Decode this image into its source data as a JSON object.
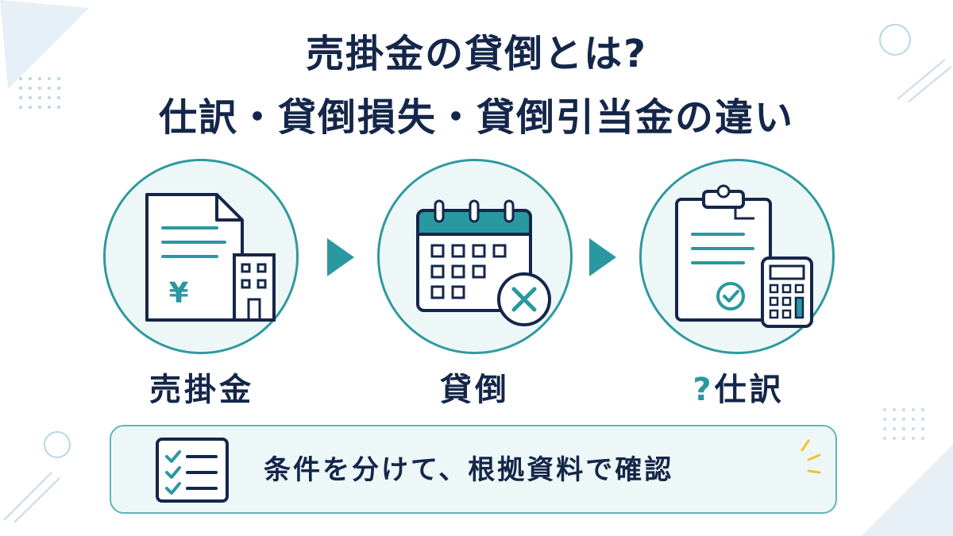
{
  "title": {
    "line1": "売掛金の貸倒とは?",
    "line2": "仕訳・貸倒損失・貸倒引当金の違い"
  },
  "steps": [
    {
      "label": "売掛金",
      "icon": "document-yen-building-icon"
    },
    {
      "label": "貸倒",
      "icon": "calendar-x-icon"
    },
    {
      "prefix": "?",
      "label": "仕訳",
      "icon": "clipboard-calculator-icon"
    }
  ],
  "banner": {
    "text": "条件を分けて、根拠資料で確認",
    "icon": "checklist-icon"
  },
  "colors": {
    "navy": "#14264a",
    "teal": "#2a98a0",
    "light_teal_bg": "#eef7f8",
    "accent_yellow": "#f2c230"
  }
}
